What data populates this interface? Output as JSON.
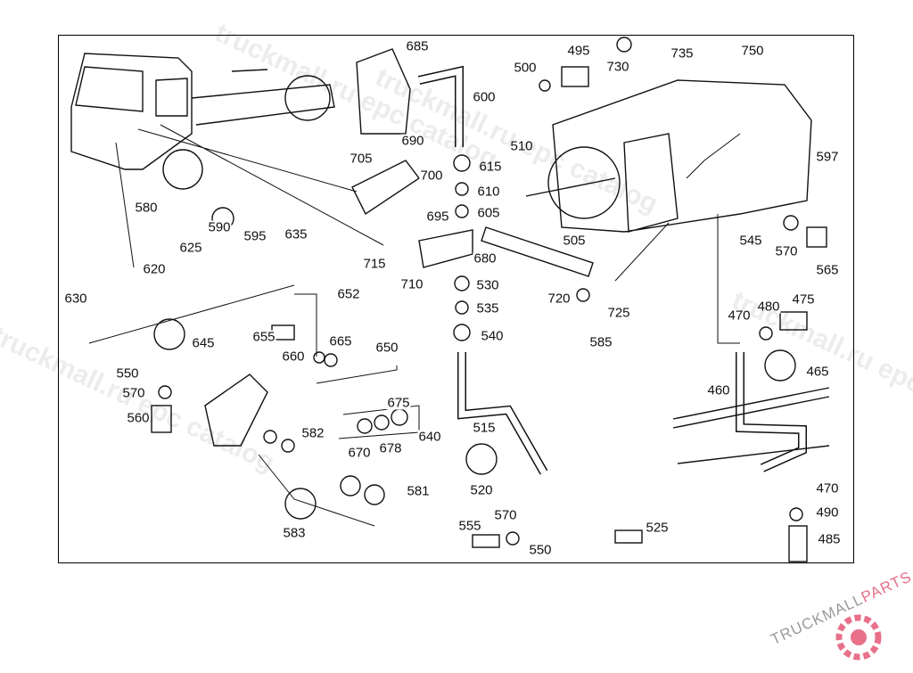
{
  "diagram": {
    "part_labels": [
      "685",
      "600",
      "495",
      "730",
      "735",
      "750",
      "500",
      "510",
      "690",
      "615",
      "705",
      "700",
      "610",
      "695",
      "605",
      "597",
      "580",
      "590",
      "595",
      "635",
      "625",
      "505",
      "545",
      "570",
      "715",
      "710",
      "680",
      "565",
      "620",
      "630",
      "652",
      "530",
      "720",
      "725",
      "475",
      "470",
      "480",
      "535",
      "645",
      "655",
      "665",
      "540",
      "585",
      "660",
      "650",
      "550",
      "465",
      "460",
      "570",
      "675",
      "560",
      "640",
      "515",
      "582",
      "670",
      "678",
      "520",
      "470",
      "581",
      "570",
      "490",
      "583",
      "555",
      "525",
      "550",
      "485"
    ]
  },
  "watermark": {
    "texts": [
      "truckmall.ru epc catalog",
      "truckmall.ru epc catalog",
      "truckmall.ru epc catalog",
      "truckmall.ru epc catalog"
    ]
  },
  "logo": {
    "text_main": "TRUCKMALL",
    "text_accent": "PARTS",
    "accent_color": "#e8708a"
  }
}
